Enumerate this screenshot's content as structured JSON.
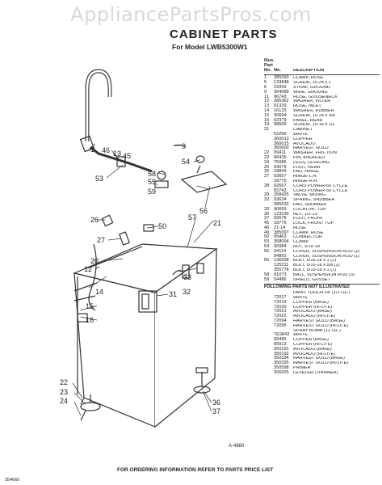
{
  "watermark": "AppliancePartsPros.com",
  "title": "CABINET PARTS",
  "subtitle": "For Model LWB5300W1",
  "callouts": [
    "1",
    "46",
    "13",
    "45",
    "53",
    "9",
    "54",
    "58",
    "55",
    "59",
    "56",
    "21",
    "26",
    "27",
    "50",
    "57",
    "20",
    "12",
    "33",
    "32",
    "14",
    "15",
    "16",
    "31",
    "22",
    "23",
    "24",
    "36",
    "37"
  ],
  "parts_header": {
    "illus": "Illus. Part",
    "no": "No.",
    "part_no": "No.",
    "description": "DESCRIPTION"
  },
  "parts": [
    [
      "1",
      "385093",
      "CLAMP, HOSE"
    ],
    [
      "5",
      "133848",
      "SCREW, 10-24 x 1"
    ],
    [
      "6",
      "22993",
      "STRAP, GROUND"
    ],
    [
      "9",
      "364099",
      "WIRE, GROUND"
    ],
    [
      "11",
      "96743",
      "HOSE, GOOSENECK"
    ],
    [
      "12",
      "385362",
      "WASHER, FILTER"
    ],
    [
      "13",
      "61339",
      "HOSE, INLET"
    ],
    [
      "14",
      "16125",
      "WASHER, RUBBER"
    ],
    [
      "15",
      "90664",
      "SCREW, 10-24 x 3/8"
    ],
    [
      "16",
      "92379",
      "PANEL, REAR"
    ],
    [
      "19",
      "98606",
      "SCREW, 10-16 x 1/2"
    ],
    [
      "21",
      "",
      "CABINET"
    ],
    [
      "",
      "52266",
      "WHITE"
    ],
    [
      "",
      "360013",
      "COPPER"
    ],
    [
      "",
      "360015",
      "AVOCADO"
    ],
    [
      "",
      "360600",
      "HARVEST GOLD"
    ],
    [
      "22",
      "99411",
      "WASHER, FRICTION"
    ],
    [
      "23",
      "96439",
      "PIN, KNURLED"
    ],
    [
      "24",
      "75085",
      "LEGS, LEVELING"
    ],
    [
      "25",
      "93079",
      "FOOT, REAR"
    ],
    [
      "26",
      "18849",
      "PAD, HINGE"
    ],
    [
      "27",
      "93657",
      "HINGE-L.H."
    ],
    [
      "",
      "18775",
      "HINGE-R.H."
    ],
    [
      "28",
      "92667",
      "CORD POWER-60 CYCLE"
    ],
    [
      "",
      "83742",
      "CORD POWER-50 CYCLE"
    ],
    [
      "29",
      "358425",
      "VALVE, MIXING"
    ],
    [
      "32",
      "93634",
      "SPRING, SNUBBER"
    ],
    [
      "",
      "385632",
      "PAD, SNUBBER"
    ],
    [
      "33",
      "90669",
      "LOCATOR, TOP"
    ],
    [
      "36",
      "123230",
      "NUT, 1/2-13"
    ],
    [
      "37",
      "93078",
      "FOOT, FRONT"
    ],
    [
      "45",
      "18776",
      "LOCK, FRONT TOP"
    ],
    [
      "46",
      "21-14",
      "HOSE"
    ],
    [
      "49",
      "385097",
      "CLAMP, HOSE"
    ],
    [
      "50",
      "95463",
      "CONNECTOR"
    ],
    [
      "53",
      "358094",
      "CLAMP"
    ],
    [
      "54",
      "90984",
      "NUT, 5/16-18"
    ],
    [
      "55",
      "94114",
      "COVER, SUSPENSION ROD (2)"
    ],
    [
      "",
      "94850",
      "COVER, SUSPENSION ROD (1)"
    ],
    [
      "56",
      "136558",
      "BOLT, 5/16-18 x 1 (1)"
    ],
    [
      "",
      "125211",
      "BOLT, 5/16-18 x 5/8 (2)"
    ],
    [
      "",
      "355778",
      "BOLT, 5/16-18 x 1 (1)"
    ],
    [
      "58",
      "91073",
      "BALL, SUSPENSION ROD (3)"
    ],
    [
      "59",
      "54486",
      "SHIELD, GUSSET"
    ]
  ],
  "not_illustrated_header": "FOLLOWING PARTS NOT ILLUSTRATED",
  "not_illustrated": [
    [
      "",
      "",
      "PAINT TOUCH UP (1/2 OZ.)"
    ],
    [
      "",
      "72017",
      "WHITE"
    ],
    [
      "",
      "72019",
      "COPPER (BASE)"
    ],
    [
      "",
      "72020",
      "COPPER (HI-LITE)"
    ],
    [
      "",
      "72021",
      "AVOCADO (BASE)"
    ],
    [
      "",
      "72022",
      "AVOCADO (HI-LITE)"
    ],
    [
      "",
      "72094",
      "HARVEST GOLD (BASE)"
    ],
    [
      "",
      "72095",
      "HARVEST GOLD (HI-LITE)"
    ],
    [
      "",
      "",
      "SPRAY BOMB (12 OZ.)"
    ],
    [
      "",
      "7E9843",
      "WHITE"
    ],
    [
      "",
      "99485",
      "COPPER (BASE)"
    ],
    [
      "",
      "89913",
      "COPPER (HI-LITE)"
    ],
    [
      "",
      "350191",
      "AVOCADO (BASE)"
    ],
    [
      "",
      "350192",
      "AVOCADO (HI-LITE)"
    ],
    [
      "",
      "350334",
      "HARVEST GOLD (BASE)"
    ],
    [
      "",
      "350335",
      "HARVEST GOLD (HI-LITE)"
    ],
    [
      "",
      "350598",
      "PRIMER"
    ],
    [
      "",
      "306925",
      "LEVELER (THINNER)"
    ]
  ],
  "diagram_mark": "A-4660",
  "footer": "FOR ORDERING INFORMATION REFER TO PARTS PRICE LIST",
  "doc_number": "354660"
}
